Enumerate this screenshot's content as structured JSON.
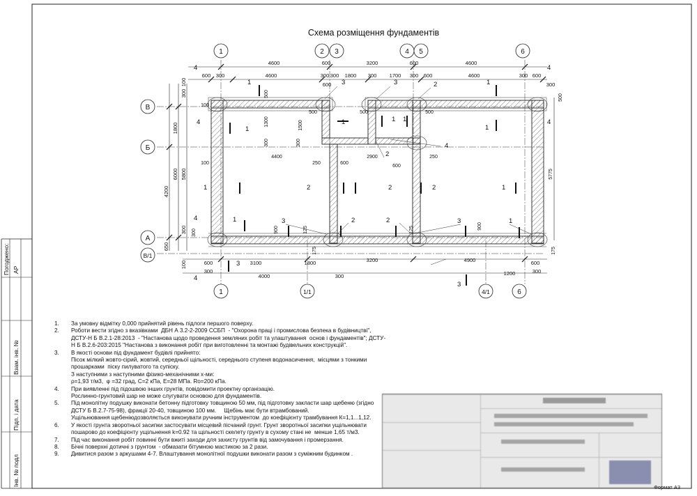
{
  "drawing": {
    "title": "Схема розміщення фундаментів",
    "format_label": "Формат А3",
    "axes_top": [
      "1",
      "2",
      "3",
      "4",
      "5",
      "6"
    ],
    "axes_bottom": [
      "1",
      "1/1",
      "4/1",
      "6"
    ],
    "axes_left": [
      "В",
      "Б",
      "А",
      "В/1"
    ],
    "dims_top_row1": [
      "4600",
      "600",
      "3200",
      "600",
      "4600"
    ],
    "dims_top_row2": [
      "300",
      "600",
      "300",
      "4600",
      "600",
      "300",
      "1800",
      "300",
      "1700",
      "300",
      "600",
      "4600",
      "300",
      "600",
      "300"
    ],
    "dims_bottom_row1": [
      "600",
      "3100",
      "1800",
      "3200",
      "4900",
      "600"
    ],
    "dims_bottom_row2": [
      "300",
      "4000",
      "300",
      "1200",
      "300"
    ],
    "dims_left": [
      "300",
      "100",
      "1800",
      "6000",
      "4200",
      "5800",
      "300",
      "650",
      "100"
    ],
    "dims_inner": [
      "4400",
      "2900",
      "250",
      "600",
      "600",
      "250",
      "100",
      "100",
      "500",
      "500",
      "500",
      "1300",
      "1500",
      "500",
      "300",
      "900",
      "125",
      "125",
      "900",
      "175",
      "175",
      "5775",
      "300",
      "300",
      "500"
    ],
    "section_marks": [
      "1",
      "2",
      "3",
      "4"
    ]
  },
  "notes": [
    {
      "n": "1.",
      "text": "За умовну відмітку 0,000 прийнятий рівень підлоги першого поверху."
    },
    {
      "n": "2.",
      "text": "Роботи вести згідно з вказівками  ДБН А 3.2-2-2009 ССБП  - \"Охорона праці і промислова безпека в будівництві\", ДСТУ-Н Б В.2.1-28:2013  - \"Настанова щодо проведення земляних робіт та улаштування  основ і фундаментів\"; ДСТУ-Н Б В.2.6-203:2015 \"Настанова з виконання робіт при виготовленні та монтажі будівельних конструкцій\"."
    },
    {
      "n": "3.",
      "text": "В якості основи під фундамент будівлі прийнято:\nПісок мілкий жовто-сірий, жовтий, середньої щільності, середнього ступеня водонасичення,  місцями з тонкими прошарками  піску пилуватого та супіску.\nЗ наступними з наступними фізико-механічними х-ми:\nρ=1,93 т/м3,  φ =32 град, С=2 кПа, Е=28 МПа. Rо=200 кПа."
    },
    {
      "n": "4.",
      "text": "При виявленні під підошвою інших грунтів, повідомити проектну організацію.\nРослинно-грунтовий шар не може слугувати основою для фундаментів."
    },
    {
      "n": "5.",
      "text": "Під монолітну подушку виконати бетонну підготовку товщиною 50 мм, під підготовку закласти шар щебеню (згідно ДСТУ Б В.2.7-75-98), фракції 20-40, товщиною 100 мм.     Щебінь має бути втрамбований.\nУщільнювання щебеніюдозволяється виконувати ручним інструментом  до коефіцієнту трамбування К=1,1...1,12."
    },
    {
      "n": "6.",
      "text": "У якості грунта зворотньої засипки застосувати місцевий пісчаний грунт. Грунт зворотньої засипки ущільнювати пошарово до коефіцієнту ущільнення k=0.92 та щільності скелету грунту в сухому стані не  менше 1,65 т/м3."
    },
    {
      "n": "7.",
      "text": "Під час виконання робіт повинні бути вжиті заходи для захисту грунтів від замочування і промерзання."
    },
    {
      "n": "8.",
      "text": "Бічні поверхні дотичні з грунтом  - обмазати бітумною мастикою за 2 рази."
    },
    {
      "n": "9.",
      "text": "Дивитися разом з аркушами 4-7. Влаштування монолітної подушки виконати разом з суміжним будинком ."
    }
  ],
  "side_labels": [
    "Погоджено:",
    "АР",
    "Взам. інв. №",
    "Підп. і дата",
    "Інв. № подл"
  ]
}
